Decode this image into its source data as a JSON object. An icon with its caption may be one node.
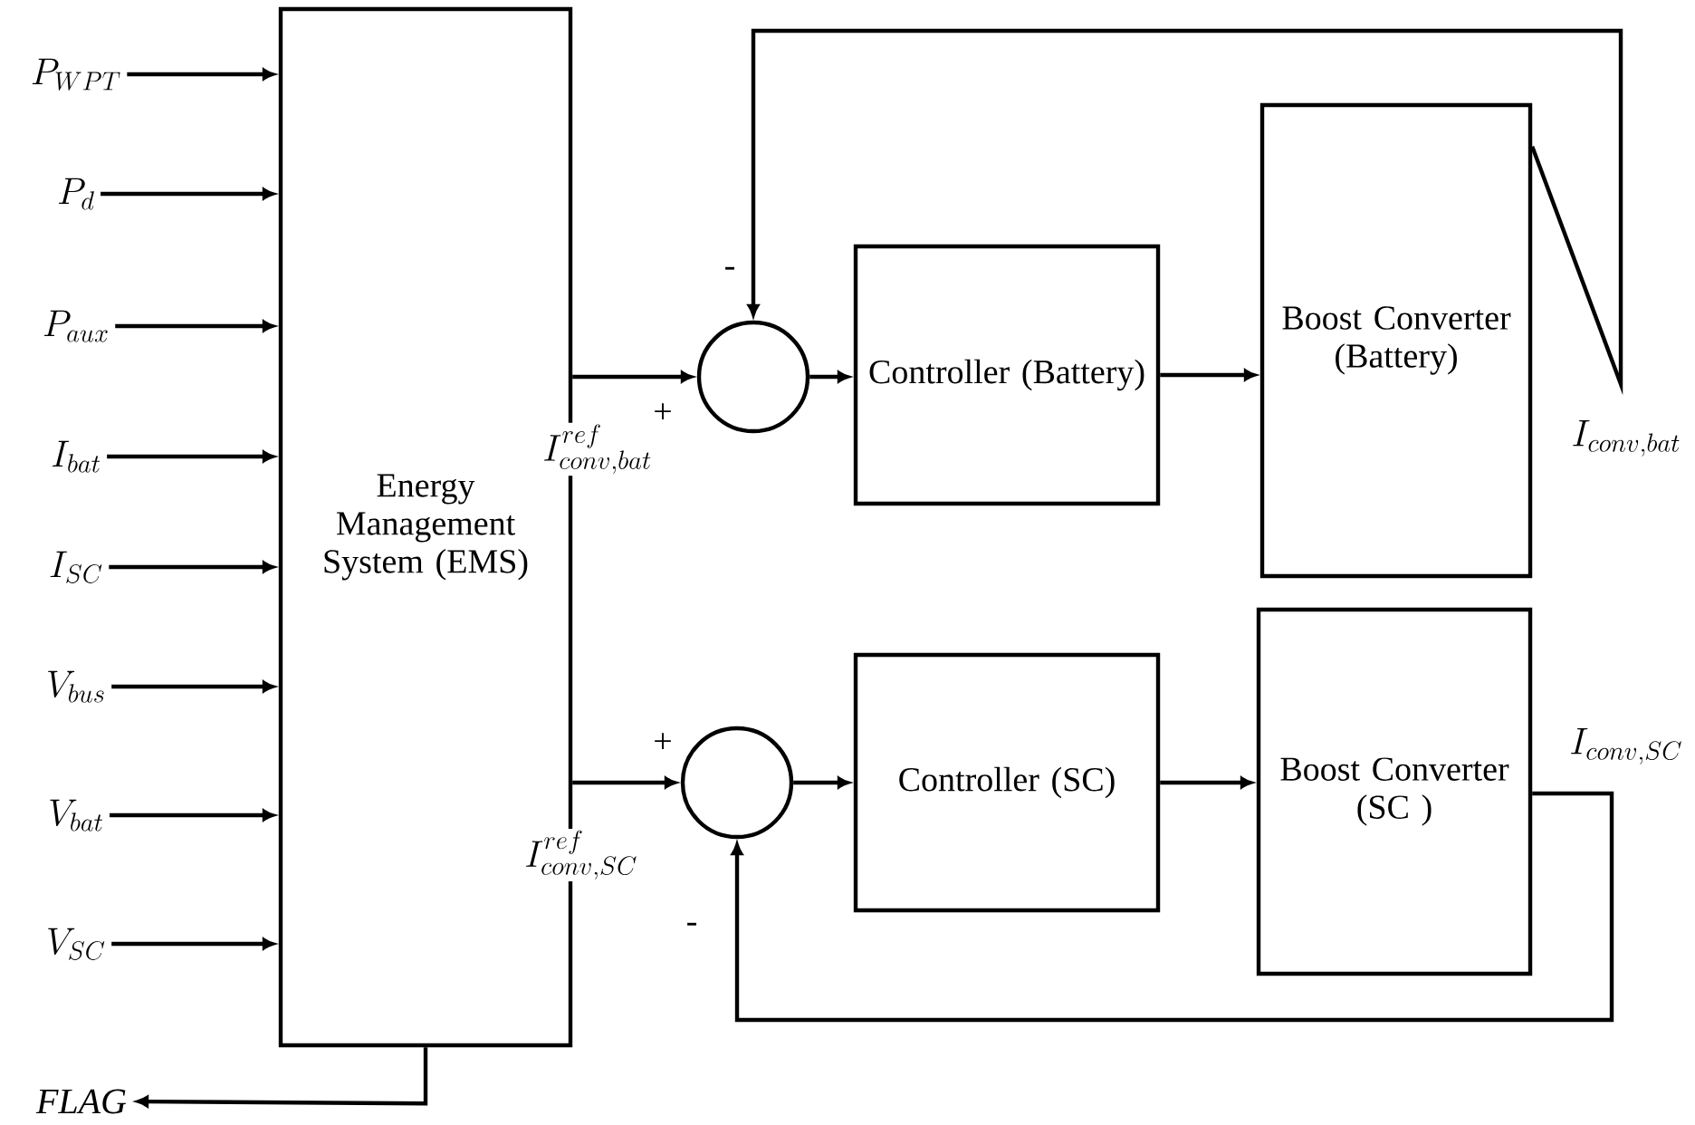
{
  "diagram": {
    "nodes": [
      {
        "text": [
          "Energy Management System (EMS)"
        ]
      },
      {
        "text": [
          "P_{WPT}"
        ]
      },
      {
        "text": [
          "P_{d}"
        ]
      },
      {
        "text": [
          "P_{aux}"
        ]
      },
      {
        "text": [
          "I_{bat}"
        ]
      },
      {
        "text": [
          "I_{SC}"
        ]
      },
      {
        "text": [
          "V_{bus}"
        ]
      },
      {
        "text": [
          "V_{bat}"
        ]
      },
      {
        "text": [
          "V_{SC}"
        ]
      },
      {
        "text": [
          "FLAG"
        ]
      },
      {
        "text": [],
        "shape": "circle"
      },
      {
        "text": [
          "Controller (Battery)"
        ]
      },
      {
        "text": [
          "Boost Converter (Battery)"
        ]
      },
      {
        "text": [],
        "shape": "circle"
      },
      {
        "text": [
          "Controller (SC)"
        ]
      },
      {
        "text": [
          "Boost Converter (SC )"
        ]
      }
    ],
    "edges": [
      {
        "from": 1,
        "to": 0,
        "arrow": "to"
      },
      {
        "from": 2,
        "to": 0,
        "arrow": "to"
      },
      {
        "from": 3,
        "to": 0,
        "arrow": "to"
      },
      {
        "from": 4,
        "to": 0,
        "arrow": "to"
      },
      {
        "from": 5,
        "to": 0,
        "arrow": "to"
      },
      {
        "from": 6,
        "to": 0,
        "arrow": "to"
      },
      {
        "from": 7,
        "to": 0,
        "arrow": "to"
      },
      {
        "from": 8,
        "to": 0,
        "arrow": "to"
      },
      {
        "from": 0,
        "to": 9,
        "arrow": "to"
      },
      {
        "from": 0,
        "to": 10,
        "arrow": "to",
        "label": "I^{ref}_{conv,bat}"
      },
      {
        "from": 10,
        "to": 11,
        "arrow": "to"
      },
      {
        "from": 11,
        "to": 12,
        "arrow": "to"
      },
      {
        "from": 12,
        "to": 10,
        "arrow": "to",
        "label": "I_{conv,bat}"
      },
      {
        "from": 0,
        "to": 13,
        "arrow": "to",
        "label": "I^{ref}_{conv,SC}"
      },
      {
        "from": 13,
        "to": 14,
        "arrow": "to"
      },
      {
        "from": 14,
        "to": 15,
        "arrow": "to"
      },
      {
        "from": 15,
        "to": 13,
        "arrow": "to",
        "label": "I_{conv,SC}"
      }
    ],
    "labels": [
      "-",
      "+",
      "+",
      "-"
    ]
  }
}
